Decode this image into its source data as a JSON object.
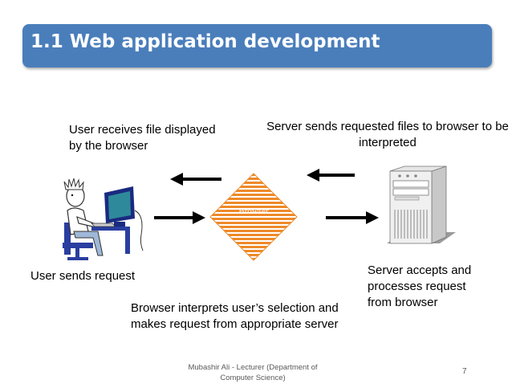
{
  "slide": {
    "title": "1.1 Web application development",
    "footer_author": "Mubashir Ali - Lecturer (Department of Computer Science)",
    "page_number": "7"
  },
  "diagram": {
    "label_user_receives": "User receives file displayed by the browser",
    "label_server_sends": "Server sends requested files to browser to be interpreted",
    "label_user_sends": "User sends request",
    "label_server_accepts": "Server accepts and processes request from browser",
    "label_browser_interprets": "Browser interprets user’s selection and makes request from appropriate server",
    "browser_text": "Browser"
  },
  "colors": {
    "title_bar": "#4a7ebb",
    "browser_stripes": "#ee8a2a",
    "arrow": "#000000"
  }
}
